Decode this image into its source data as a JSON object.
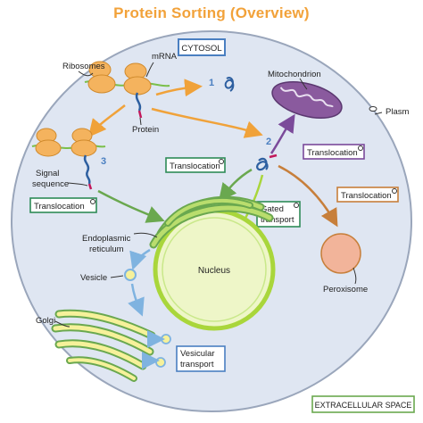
{
  "title": "Protein Sorting (Overview)",
  "labels": {
    "cytosol": "CYTOSOL",
    "ribosomes": "Ribosomes",
    "mrna": "mRNA",
    "protein": "Protein",
    "signal_sequence_1": "Signal",
    "signal_sequence_2": "sequence",
    "translocation_left": "Translocation",
    "translocation_center": "Translocation",
    "translocation_mito": "Translocation",
    "translocation_perox": "Translocation",
    "mitochondrion": "Mitochondrion",
    "plasma": "Plasm",
    "gated_1": "Gated",
    "gated_2": "transport",
    "er_1": "Endoplasmic",
    "er_2": "reticulum",
    "nucleus": "Nucleus",
    "vesicle": "Vesicle",
    "golgi": "Golgi",
    "vesicular_1": "Vesicular",
    "vesicular_2": "transport",
    "peroxisome": "Peroxisome",
    "extracellular": "EXTRACELLULAR SPACE",
    "step1": "1",
    "step2": "2",
    "step3": "3"
  },
  "colors": {
    "title": "#f2a23a",
    "cell_fill": "#dfe6f2",
    "cell_stroke": "#9aa6bb",
    "cytosol_box": "#4a7fc1",
    "mito_fill": "#8a5a9e",
    "translocation_box": "#2e8b57",
    "perox_fill": "#f2b49a",
    "nucleus_fill": "#eef6c8",
    "nucleus_stroke": "#a9d63b",
    "er_fill": "#b9dd6d",
    "er_stroke": "#6aa84f",
    "golgi_fill": "#f6f19a",
    "ribosome": "#f4b35e",
    "arrow_orange": "#f0a23a",
    "arrow_green": "#6aa84f",
    "arrow_blue": "#7fb3e0",
    "arrow_brown": "#c77f3b",
    "arrow_purple": "#7b4a9a",
    "extracellular_box": "#6aa84f"
  }
}
